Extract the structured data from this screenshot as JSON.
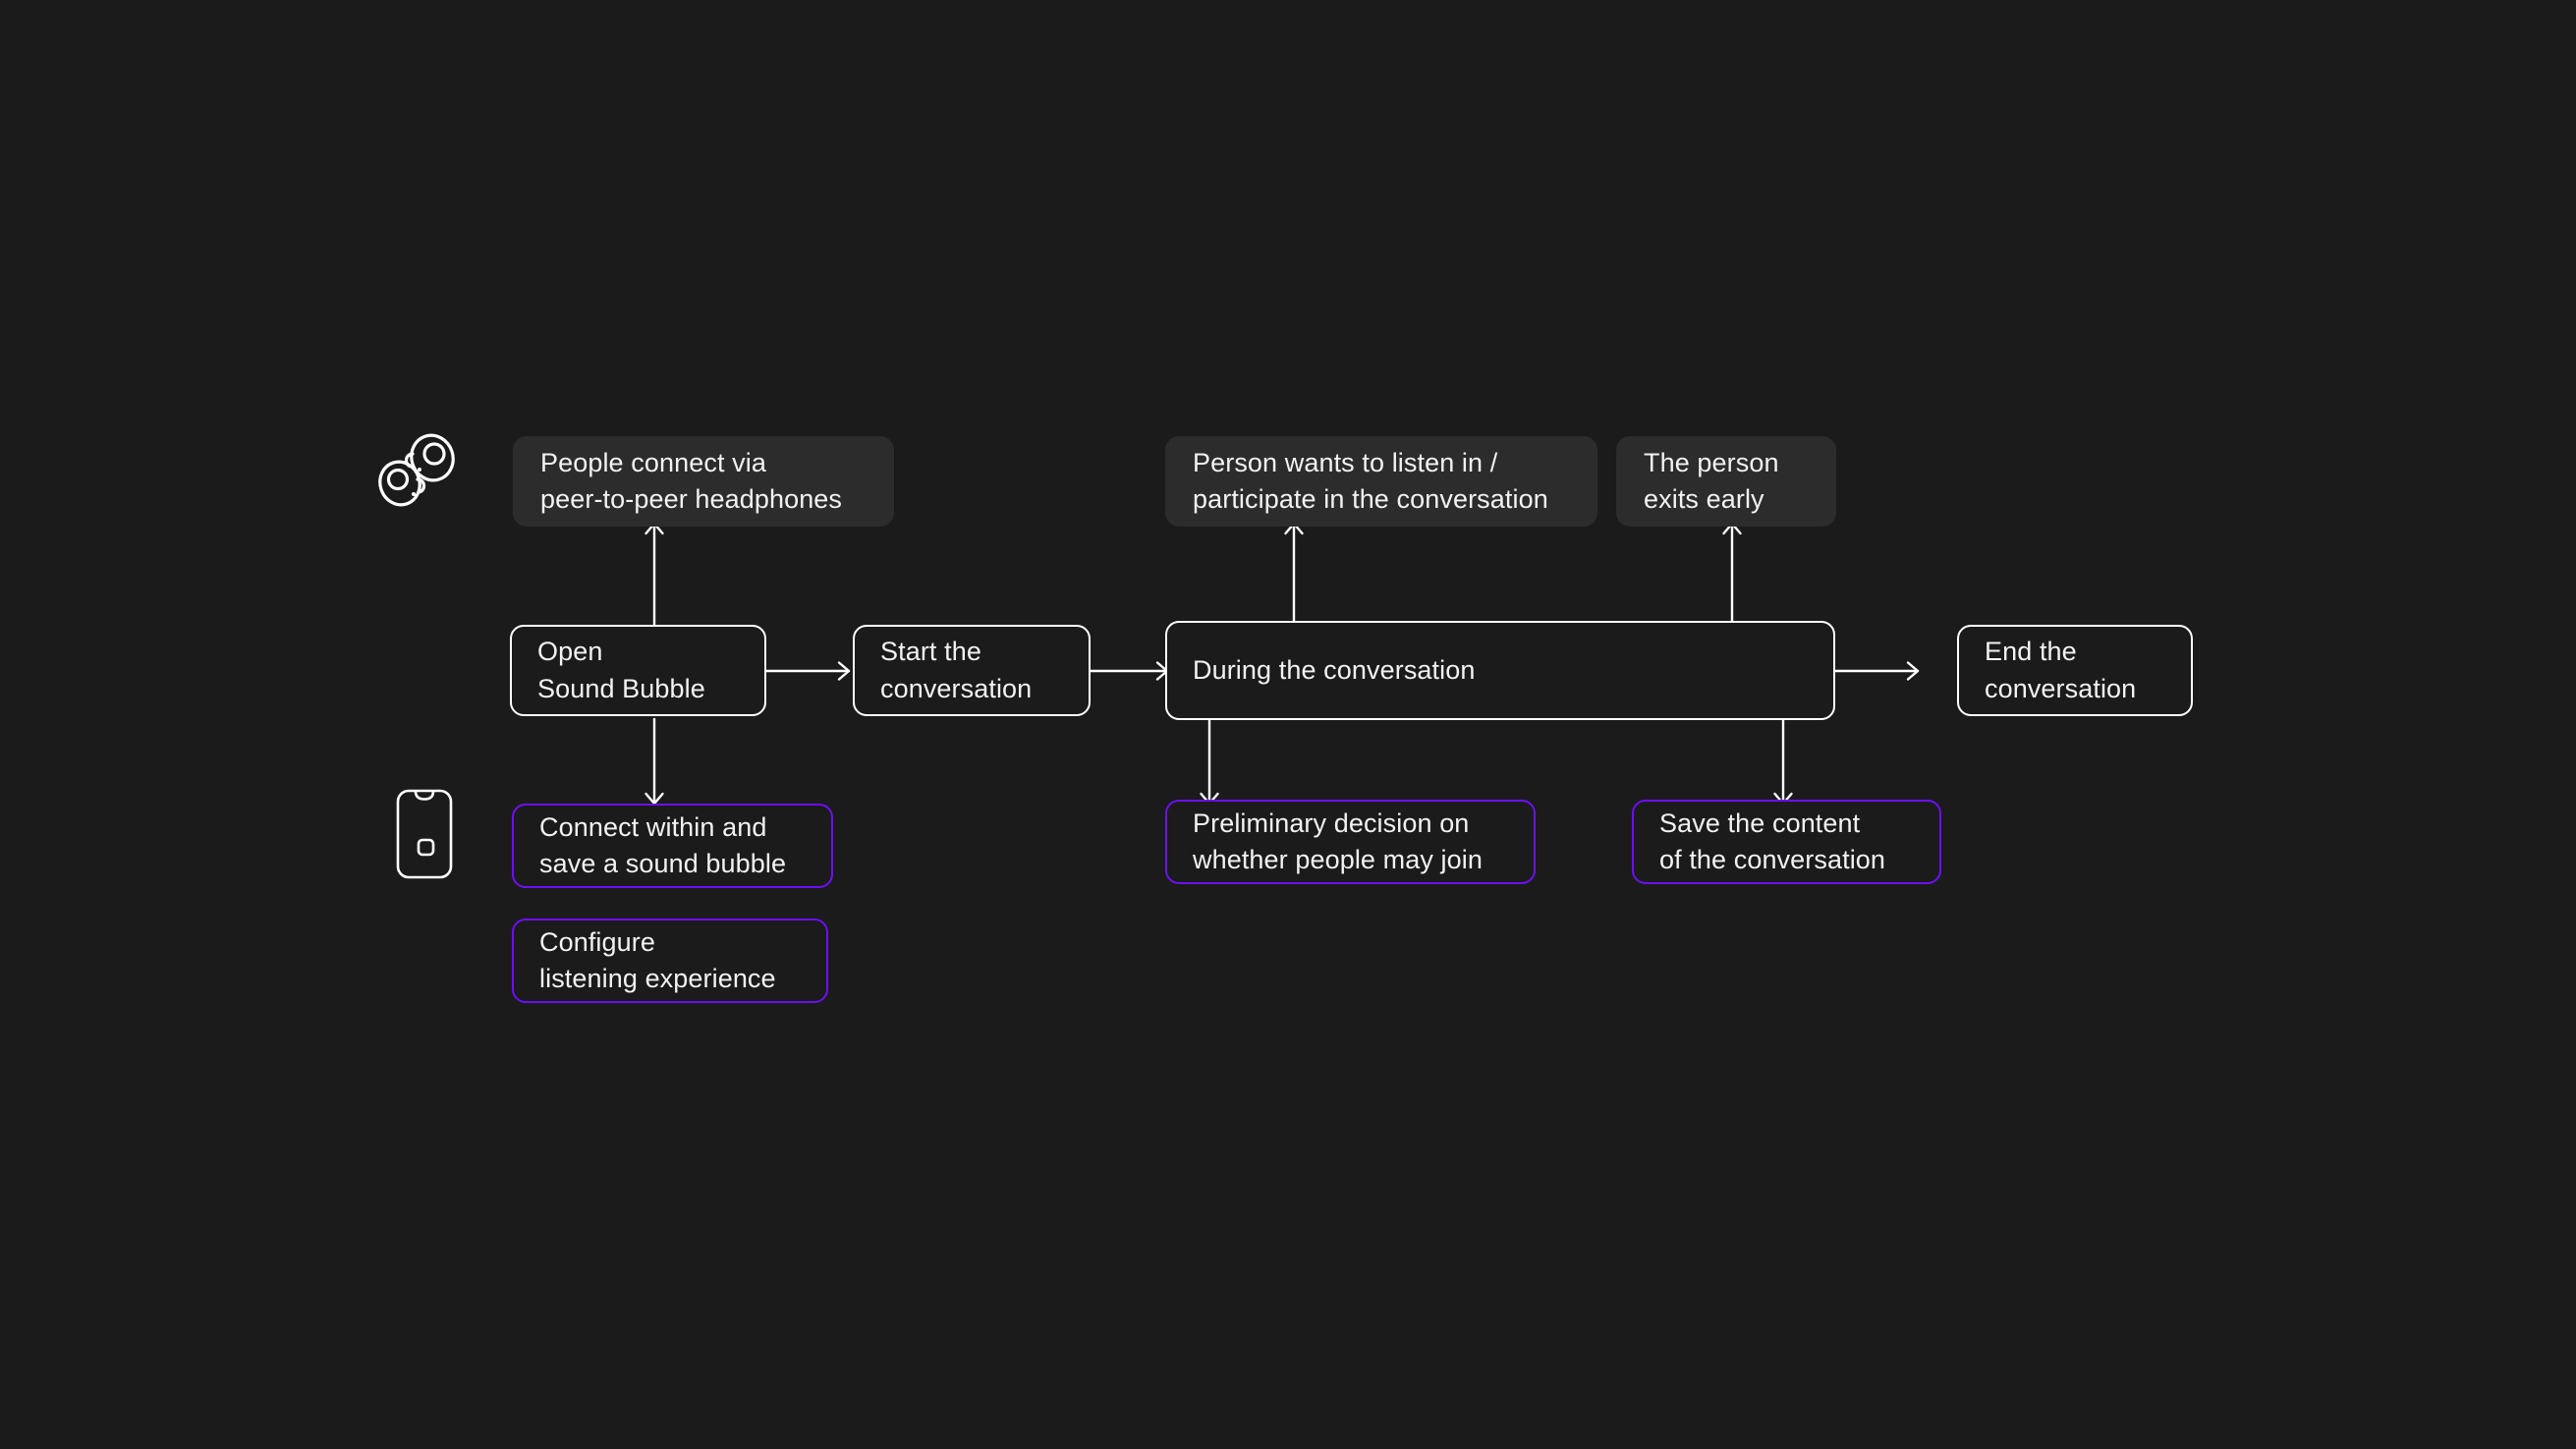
{
  "canvas": {
    "background": "#1b1b1b",
    "accent_purple": "#6d0ff5",
    "line_white": "#ffffff",
    "gray_fill": "#2c2c2c"
  },
  "icons": [
    {
      "name": "earbuds-icon",
      "label": "earbuds"
    },
    {
      "name": "smartphone-icon",
      "label": "smartphone"
    }
  ],
  "nodes": {
    "people_connect": {
      "text": "People connect via\npeer-to-peer headphones",
      "style": "gray"
    },
    "open_sound_bubble": {
      "text": "Open\nSound Bubble",
      "style": "white"
    },
    "start_conversation": {
      "text": "Start the\nconversation",
      "style": "white"
    },
    "during_conversation": {
      "text": "During the conversation",
      "style": "white"
    },
    "end_conversation": {
      "text": "End the\nconversation",
      "style": "white"
    },
    "person_wants_listen": {
      "text": "Person wants to listen in /\nparticipate in the conversation",
      "style": "gray"
    },
    "person_exits_early": {
      "text": "The person\nexits early",
      "style": "gray"
    },
    "connect_within_save": {
      "text": "Connect within and\nsave a sound bubble",
      "style": "purple"
    },
    "configure_listening": {
      "text": "Configure\nlistening experience",
      "style": "purple"
    },
    "preliminary_decision": {
      "text": "Preliminary decision on\nwhether people may join",
      "style": "purple"
    },
    "save_content": {
      "text": "Save the content\nof the conversation",
      "style": "purple"
    }
  },
  "connectors": [
    {
      "name": "arrow-open-to-people-connect",
      "direction": "up"
    },
    {
      "name": "arrow-open-to-connect-within",
      "direction": "down"
    },
    {
      "name": "arrow-open-to-start",
      "direction": "right"
    },
    {
      "name": "arrow-start-to-during",
      "direction": "right"
    },
    {
      "name": "arrow-during-to-person-wants",
      "direction": "up"
    },
    {
      "name": "arrow-during-to-person-exits",
      "direction": "up"
    },
    {
      "name": "arrow-during-to-preliminary",
      "direction": "down"
    },
    {
      "name": "arrow-during-to-save-content",
      "direction": "down"
    },
    {
      "name": "arrow-during-to-end",
      "direction": "right"
    }
  ]
}
